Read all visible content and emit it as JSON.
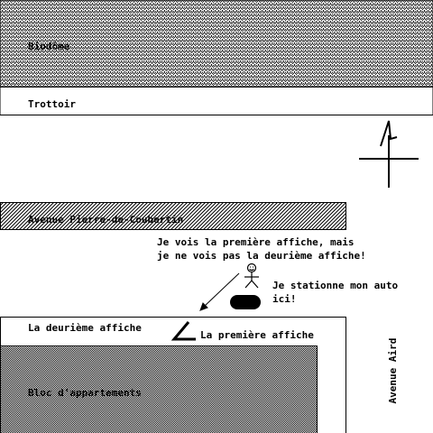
{
  "map": {
    "labels": {
      "biodome": "Biodôme",
      "sidewalk": "Trottoir",
      "avenue_pierre": "Avenue Pierre-de-Coubertin",
      "avenue_aird": "Avenue Aird",
      "second_poster": "La deurième affiche",
      "first_poster": "La première affiche",
      "apartments": "Bloc d'appartements"
    },
    "speech": {
      "pedestrian_line1": "Je vois la première affiche, mais",
      "pedestrian_line2": "je ne vois pas la deurième affiche!",
      "driver_line1": "Je stationne mon auto",
      "driver_line2": "ici!"
    },
    "compass": {
      "north_letter": "N"
    },
    "colors": {
      "ink": "#000000",
      "paper": "#ffffff"
    }
  }
}
